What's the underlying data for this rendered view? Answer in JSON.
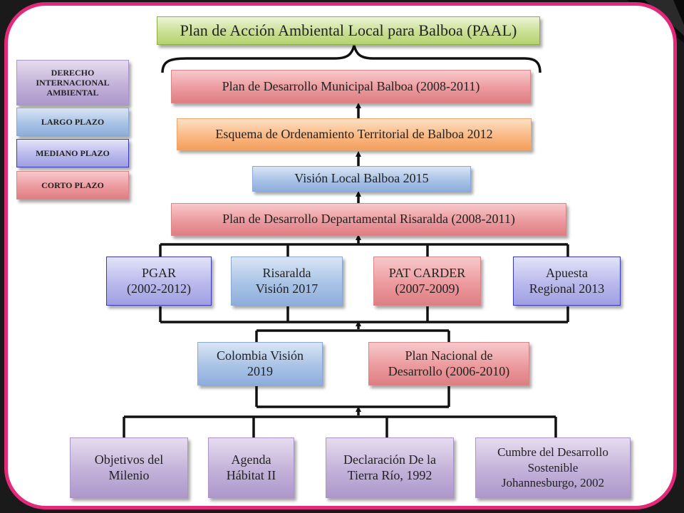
{
  "title": "Plan de Acción Ambiental Local para Balboa (PAAL)",
  "legend": {
    "international": "DERECHO INTERNACIONAL AMBIENTAL",
    "long_term": "LARGO PLAZO",
    "medium_term": "MEDIANO PLAZO",
    "short_term": "CORTO PLAZO"
  },
  "levels": {
    "municipal_plan": "Plan de Desarrollo Municipal Balboa (2008-2011)",
    "territorial_scheme": "Esquema de Ordenamiento Territorial de Balboa 2012",
    "local_vision": "Visión Local Balboa 2015",
    "departmental_plan": "Plan de Desarrollo Departamental Risaralda (2008-2011)"
  },
  "regional": {
    "pgar": [
      "PGAR",
      "(2002-2012)"
    ],
    "risaralda_vision": [
      "Risaralda",
      "Visión 2017"
    ],
    "pat_carder": [
      "PAT CARDER",
      "(2007-2009)"
    ],
    "apuesta_regional": [
      "Apuesta",
      "Regional 2013"
    ]
  },
  "national": {
    "colombia_vision": [
      "Colombia Visión",
      "2019"
    ],
    "plan_nacional": [
      "Plan Nacional de",
      "Desarrollo (2006-2010)"
    ]
  },
  "international": {
    "objetivos": [
      "Objetivos del",
      "Milenio"
    ],
    "agenda": [
      "Agenda",
      "Hábitat II"
    ],
    "declaracion": [
      "Declaración De la",
      "Tierra Río, 1992"
    ],
    "cumbre": [
      "Cumbre del Desarrollo",
      "Sostenible",
      "Johannesburgo, 2002"
    ]
  },
  "colors": {
    "frame": "#e5297a",
    "title_box": "#c9df93",
    "long_term": "#ec9a9e",
    "medium_term": "#a9c3e6",
    "short_term": "#b9b9ec",
    "international": "#c3b1d9"
  }
}
